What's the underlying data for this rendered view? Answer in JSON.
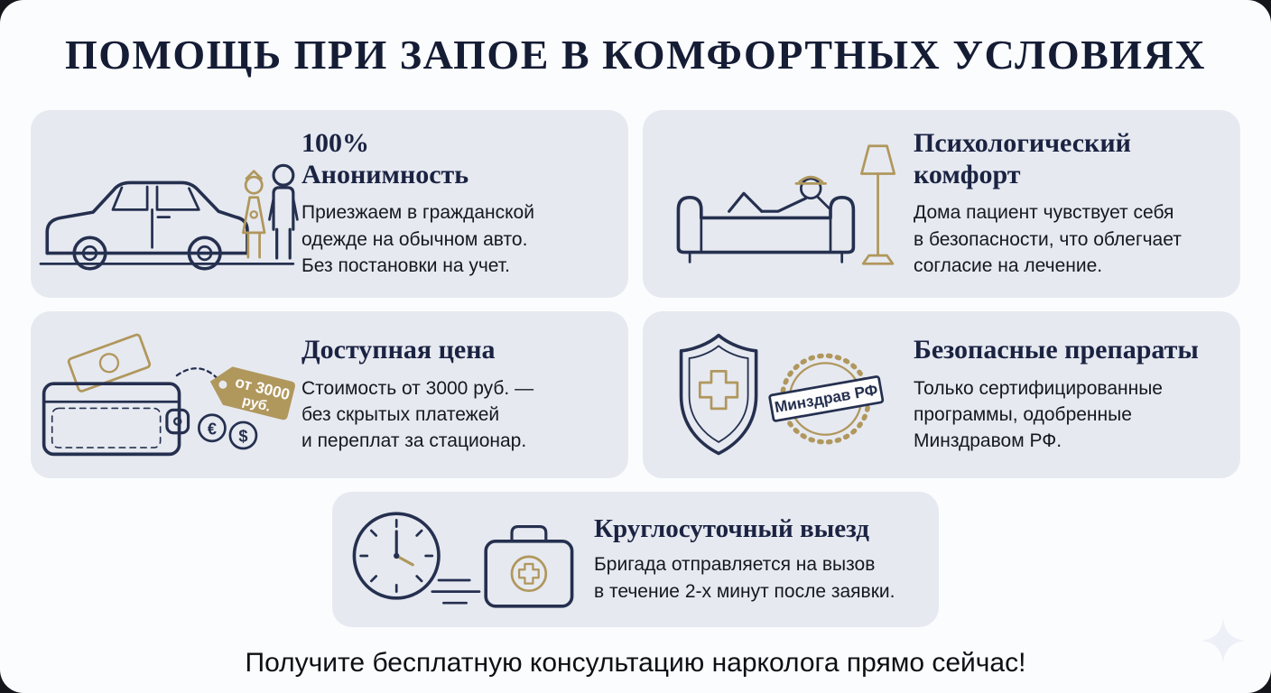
{
  "page": {
    "title": "ПОМОЩЬ ПРИ ЗАПОЕ В КОМФОРТНЫХ УСЛОВИЯХ",
    "footer": "Получите бесплатную консультацию нарколога прямо сейчас!"
  },
  "colors": {
    "navy": "#25304f",
    "gold": "#b0975c",
    "card_bg": "#e6e9f0",
    "page_bg": "#fbfcfe",
    "title_color": "#151d35"
  },
  "cards": [
    {
      "icon": "car-with-medics-icon",
      "title": "100%\nАнонимность",
      "body": "Приезжаем в гражданской\nодежде на обычном авто.\nБез постановки на учет."
    },
    {
      "icon": "patient-on-sofa-icon",
      "title": "Психологический\nкомфорт",
      "body": "Дома пациент чувствует себя\nв безопасности, что облегчает\nсогласие на лечение."
    },
    {
      "icon": "wallet-price-tag-icon",
      "title": "Доступная цена",
      "body": "Стоимость от 3000 руб. —\nбез скрытых платежей\nи переплат за стационар.",
      "tag_line1": "от 3000",
      "tag_line2": "руб.",
      "coin_euro": "€",
      "coin_dollar": "$"
    },
    {
      "icon": "shield-ministry-stamp-icon",
      "title": "Безопасные препараты",
      "body": "Только сертифицированные\nпрограммы, одобренные\nМинздравом РФ.",
      "stamp_text": "Минздрав РФ"
    },
    {
      "icon": "clock-medical-bag-icon",
      "title": "Круглосуточный выезд",
      "body": "Бригада отправляется на вызов\nв течение 2-х минут после заявки."
    }
  ]
}
